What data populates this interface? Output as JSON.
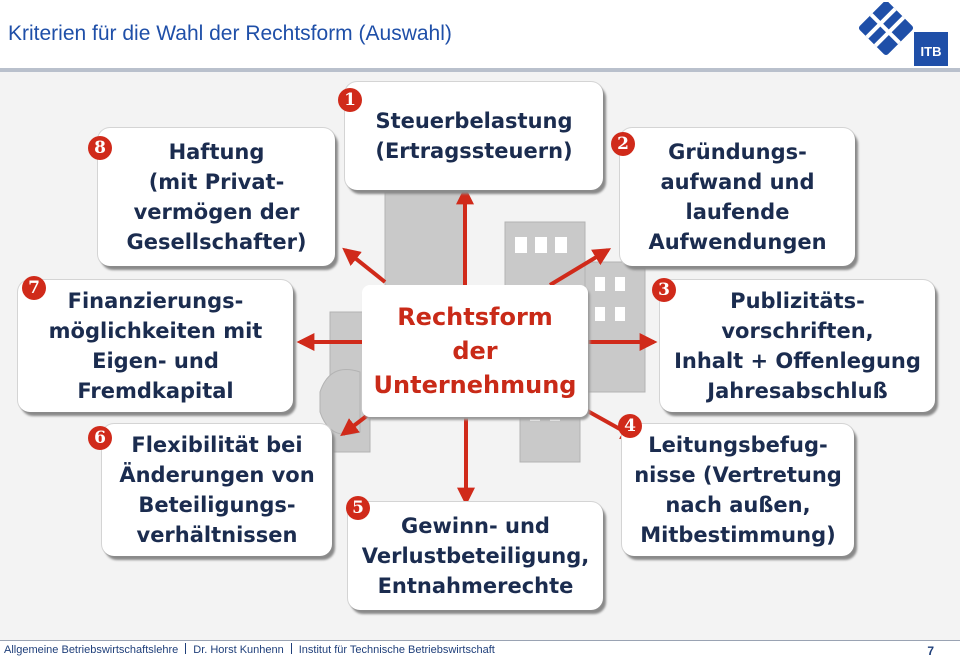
{
  "header": {
    "title": "Kriterien für die Wahl der Rechtsform (Auswahl)",
    "logo_text": "ITB"
  },
  "center": {
    "label": "Rechtsform\nder\nUnternehmung"
  },
  "criteria": [
    {
      "number": "1",
      "label": "Steuerbelastung\n(Ertragssteuern)"
    },
    {
      "number": "2",
      "label": "Gründungs-\naufwand und\nlaufende\nAufwendungen"
    },
    {
      "number": "3",
      "label": "Publizitäts-\nvorschriften,\nInhalt + Offenlegung\nJahresabschluß"
    },
    {
      "number": "4",
      "label": "Leitungsbefug-\nnisse (Vertretung\nnach außen,\nMitbestimmung)"
    },
    {
      "number": "5",
      "label": "Gewinn- und\nVerlustbeteiligung,\nEntnahmerechte"
    },
    {
      "number": "6",
      "label": "Flexibilität bei\nÄnderungen von\nBeteiligungs-\nverhältnissen"
    },
    {
      "number": "7",
      "label": "Finanzierungs-\nmöglichkeiten mit\nEigen- und\nFremdkapital"
    },
    {
      "number": "8",
      "label": "Haftung\n(mit Privat-\nvermögen der\nGesellschafter)"
    }
  ],
  "footer": {
    "course": "Allgemeine Betriebswirtschaftslehre",
    "author": "Dr. Horst Kunhenn",
    "institute": "Institut für Technische Betriebswirtschaft",
    "page": "7"
  },
  "colors": {
    "title": "#1f4fa8",
    "arrow": "#d02a1a",
    "box_text": "#1b2c4f",
    "center_text": "#c92a18"
  }
}
